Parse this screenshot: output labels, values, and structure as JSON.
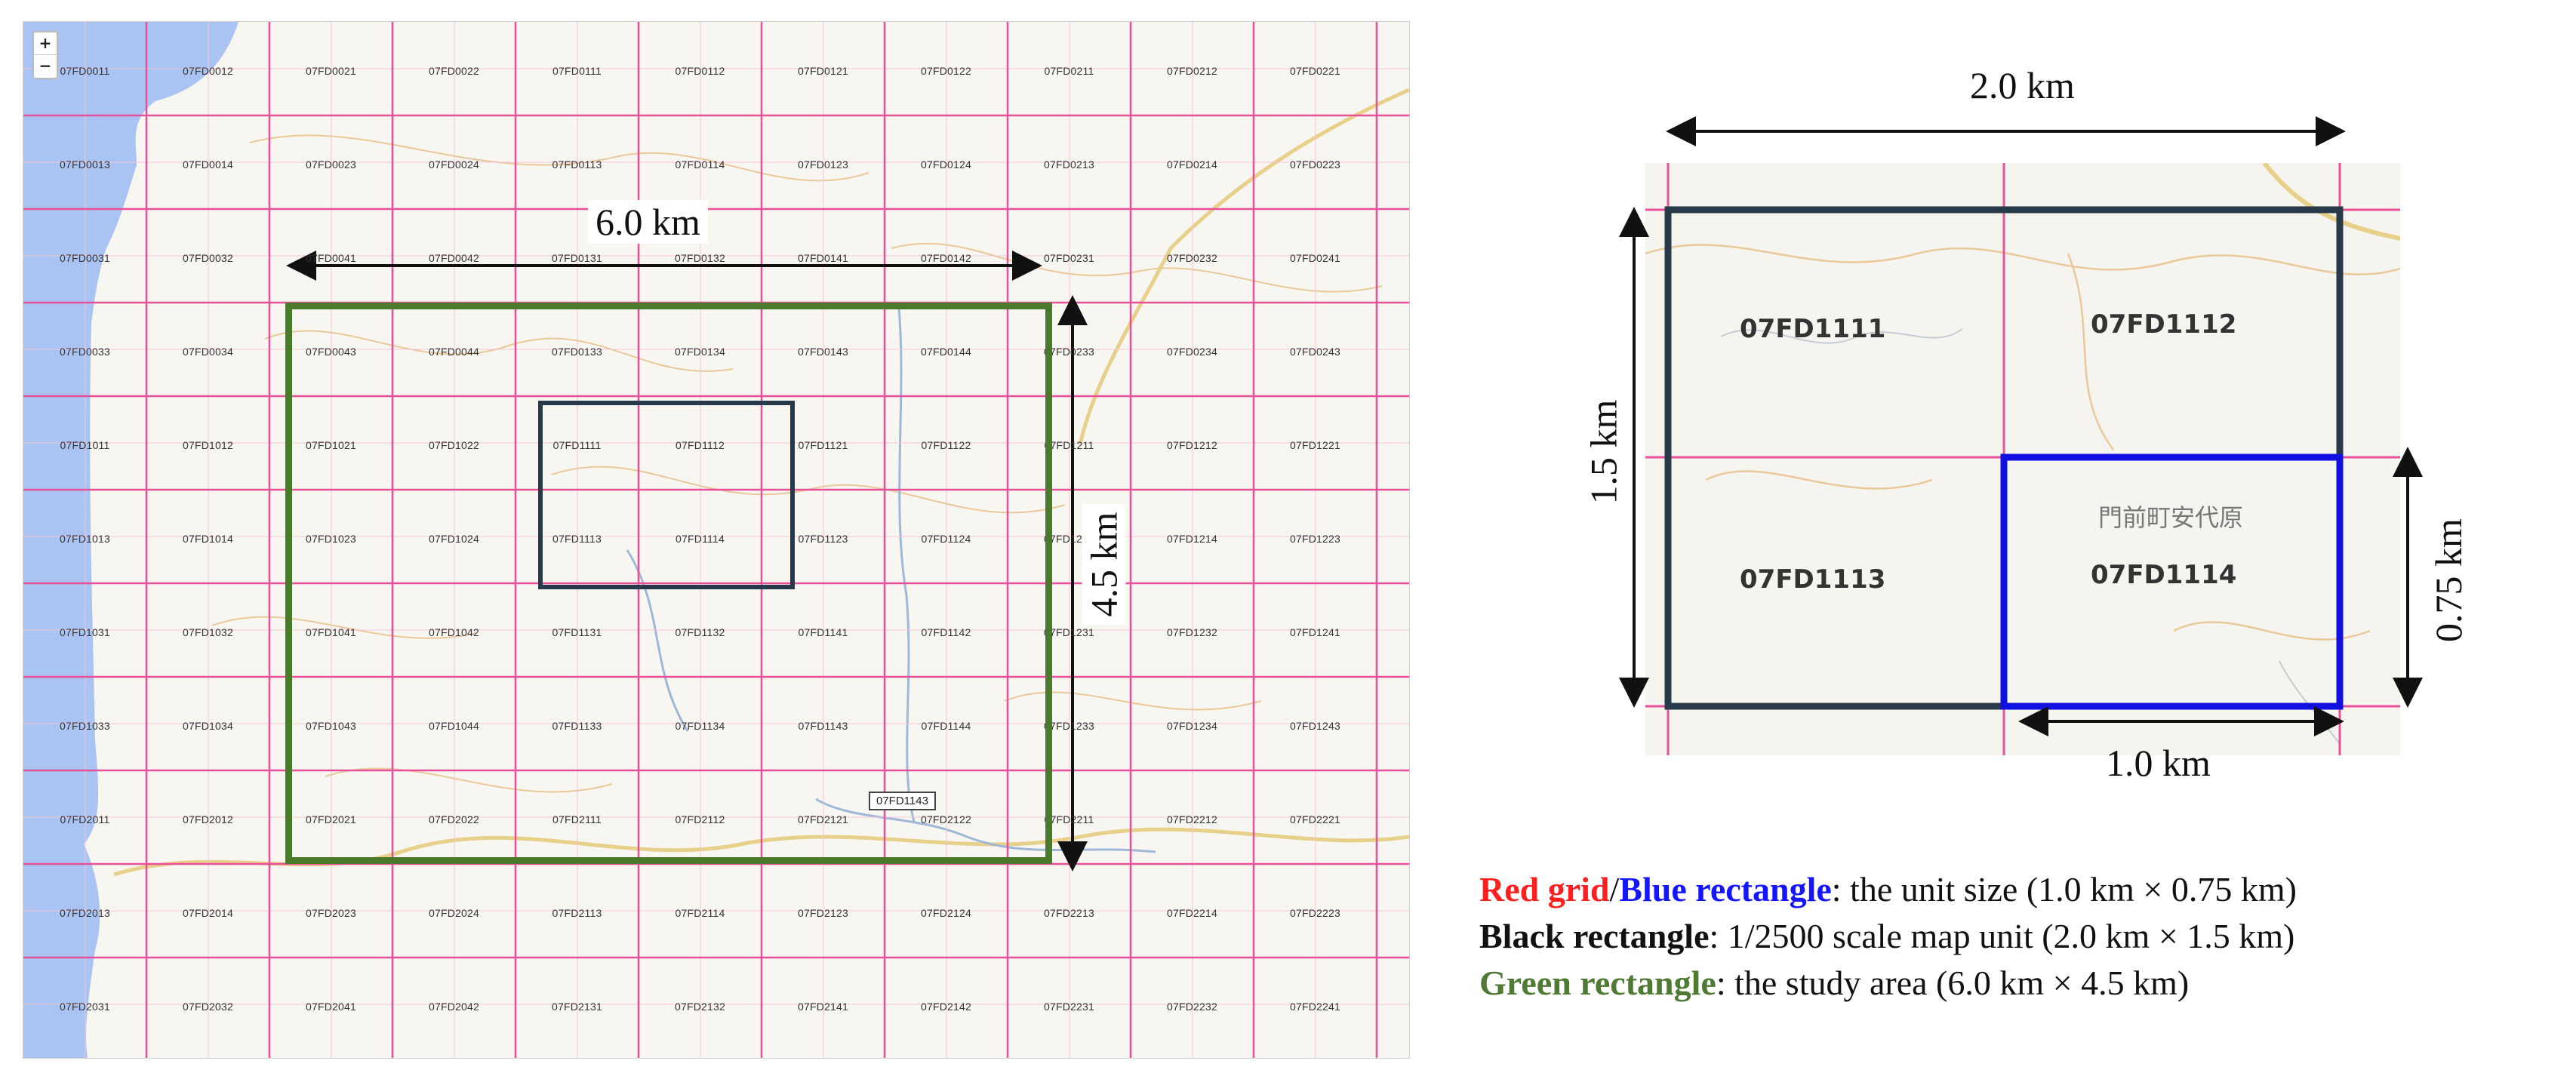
{
  "left_map": {
    "zoom_in": "+",
    "zoom_out": "−",
    "tooltip": "07FD1143",
    "width_label": "6.0 km",
    "height_label": "4.5 km",
    "grid_codes": [
      [
        "07FD0011",
        "07FD0012",
        "07FD0021",
        "07FD0022",
        "07FD0111",
        "07FD0112",
        "07FD0121",
        "07FD0122",
        "07FD0211",
        "07FD0212",
        "07FD0221"
      ],
      [
        "07FD0013",
        "07FD0014",
        "07FD0023",
        "07FD0024",
        "07FD0113",
        "07FD0114",
        "07FD0123",
        "07FD0124",
        "07FD0213",
        "07FD0214",
        "07FD0223"
      ],
      [
        "07FD0031",
        "07FD0032",
        "07FD0041",
        "07FD0042",
        "07FD0131",
        "07FD0132",
        "07FD0141",
        "07FD0142",
        "07FD0231",
        "07FD0232",
        "07FD0241"
      ],
      [
        "07FD0033",
        "07FD0034",
        "07FD0043",
        "07FD0044",
        "07FD0133",
        "07FD0134",
        "07FD0143",
        "07FD0144",
        "07FD0233",
        "07FD0234",
        "07FD0243"
      ],
      [
        "07FD1011",
        "07FD1012",
        "07FD1021",
        "07FD1022",
        "07FD1111",
        "07FD1112",
        "07FD1121",
        "07FD1122",
        "07FD1211",
        "07FD1212",
        "07FD1221"
      ],
      [
        "07FD1013",
        "07FD1014",
        "07FD1023",
        "07FD1024",
        "07FD1113",
        "07FD1114",
        "07FD1123",
        "07FD1124",
        "07FD1213",
        "07FD1214",
        "07FD1223"
      ],
      [
        "07FD1031",
        "07FD1032",
        "07FD1041",
        "07FD1042",
        "07FD1131",
        "07FD1132",
        "07FD1141",
        "07FD1142",
        "07FD1231",
        "07FD1232",
        "07FD1241"
      ],
      [
        "07FD1033",
        "07FD1034",
        "07FD1043",
        "07FD1044",
        "07FD1133",
        "07FD1134",
        "07FD1143",
        "07FD1144",
        "07FD1233",
        "07FD1234",
        "07FD1243"
      ],
      [
        "07FD2011",
        "07FD2012",
        "07FD2021",
        "07FD2022",
        "07FD2111",
        "07FD2112",
        "07FD2121",
        "07FD2122",
        "07FD2211",
        "07FD2212",
        "07FD2221"
      ],
      [
        "07FD2013",
        "07FD2014",
        "07FD2023",
        "07FD2024",
        "07FD2113",
        "07FD2114",
        "07FD2123",
        "07FD2124",
        "07FD2213",
        "07FD2214",
        "07FD2223"
      ],
      [
        "07FD2031",
        "07FD2032",
        "07FD2041",
        "07FD2042",
        "07FD2131",
        "07FD2132",
        "07FD2141",
        "07FD2142",
        "07FD2231",
        "07FD2232",
        "07FD2241"
      ]
    ]
  },
  "right_map": {
    "width_label": "2.0 km",
    "height_label": "1.5 km",
    "unit_width_label": "1.0 km",
    "unit_height_label": "0.75 km",
    "cells": [
      "07FD1111",
      "07FD1112",
      "07FD1113",
      "07FD1114"
    ],
    "place_name": "門前町安代原"
  },
  "legend": {
    "red_term": "Red grid",
    "slash": "/",
    "blue_term": "Blue rectangle",
    "red_desc": ": the unit size (1.0 km × 0.75 km)",
    "black_term": "Black rectangle",
    "black_desc": ": 1/2500 scale map unit (2.0 km × 1.5 km)",
    "green_term": "Green rectangle",
    "green_desc": ": the study area (6.0 km × 4.5 km)"
  },
  "colors": {
    "grid_red": "#e8509a",
    "grid_minor": "#f4c4dc",
    "water": "#a9c4f2",
    "contour": "#e9c99a",
    "road": "#e7d08a",
    "river": "#9fb8d8",
    "black_rect": "#283a4a",
    "blue_rect": "#1010e0",
    "green_rect": "#4a7a2c",
    "legend_red": "#ff1f1f",
    "legend_blue": "#1515ff",
    "legend_green": "#4e7a33"
  }
}
